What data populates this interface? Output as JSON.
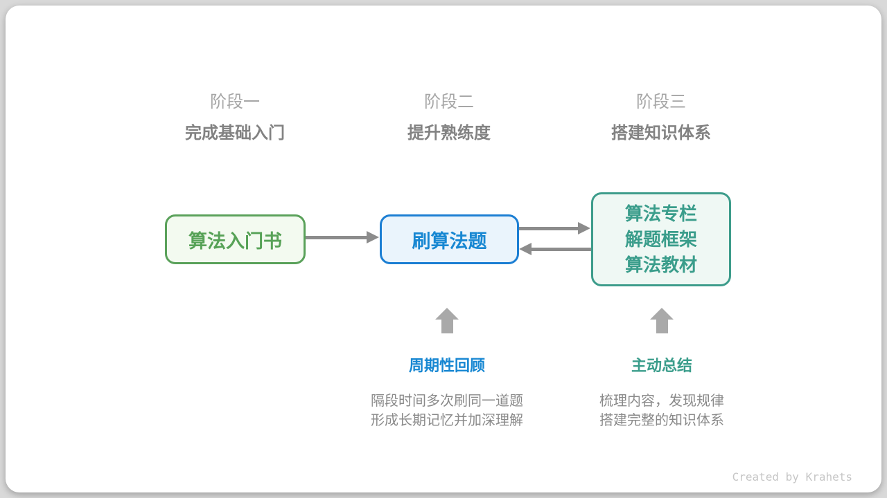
{
  "colors": {
    "green": "#57a257",
    "blue": "#1787d2",
    "teal": "#3a9d8b",
    "arrow_gray": "#8c8c8c",
    "block_arrow_gray": "#a9a9a9",
    "stage_label_gray": "#a6a6a6",
    "subtitle_gray": "#828282",
    "desc_gray": "#8a8a8a",
    "card_bg": "#ffffff",
    "page_bg": "#d9d9d9"
  },
  "stages": [
    {
      "label": "阶段一",
      "subtitle": "完成基础入门"
    },
    {
      "label": "阶段二",
      "subtitle": "提升熟练度"
    },
    {
      "label": "阶段三",
      "subtitle": "搭建知识体系"
    }
  ],
  "nodes": [
    {
      "lines": [
        "算法入门书"
      ]
    },
    {
      "lines": [
        "刷算法题"
      ]
    },
    {
      "lines": [
        "算法专栏",
        "解题框架",
        "算法教材"
      ]
    }
  ],
  "notes": [
    {
      "title": "周期性回顾",
      "desc_lines": [
        "隔段时间多次刷同一道题",
        "形成长期记忆并加深理解"
      ]
    },
    {
      "title": "主动总结",
      "desc_lines": [
        "梳理内容，发现规律",
        "搭建完整的知识体系"
      ]
    }
  ],
  "footer": {
    "credit": "Created by Krahets"
  }
}
